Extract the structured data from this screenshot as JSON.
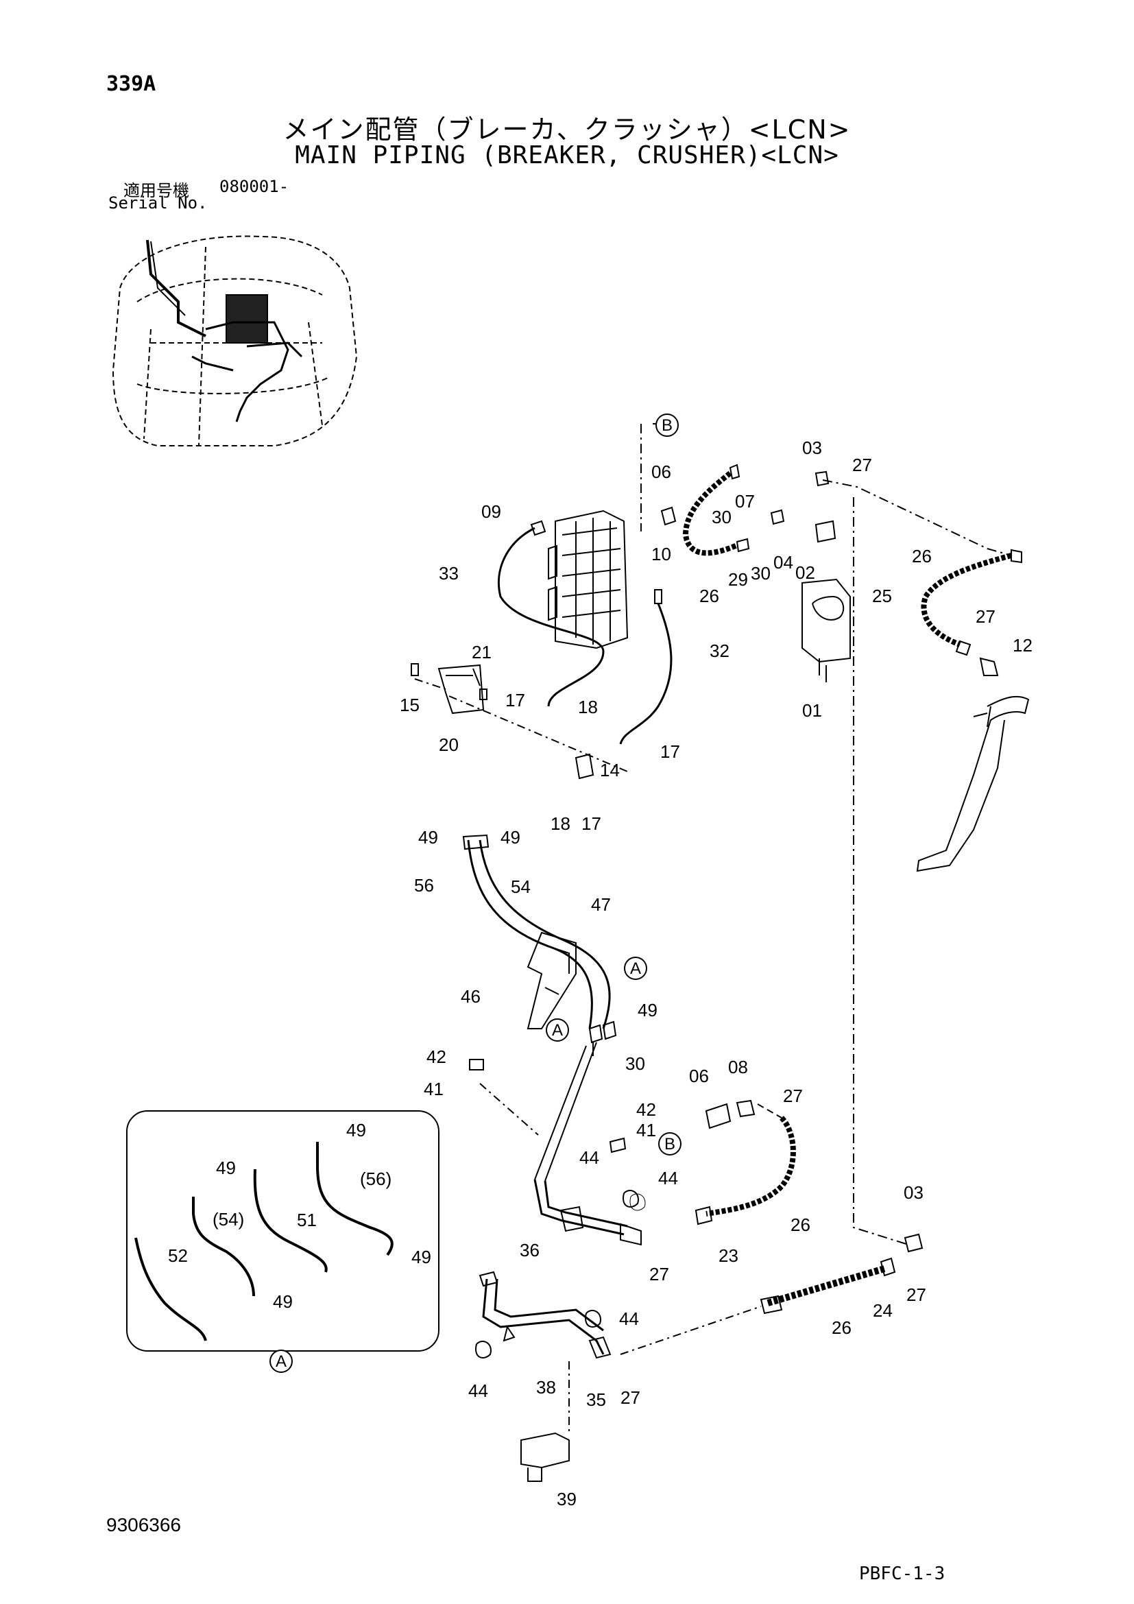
{
  "header": {
    "page_number": "339A",
    "title_jp": "メイン配管（ブレーカ、クラッシャ）<LCN>",
    "title_en": "MAIN PIPING (BREAKER, CRUSHER)<LCN>",
    "serial_label_jp": "適用号機",
    "serial_number": "080001-",
    "serial_label_en": "Serial No."
  },
  "footer": {
    "document_number": "9306366",
    "page_code": "PBFC-1-3"
  },
  "callouts": {
    "b_upper": "B",
    "b_lower": "B",
    "a_upper": "A",
    "a_lower": "A",
    "a_inset": "A"
  },
  "part_labels": [
    {
      "id": "l-03a",
      "text": "03"
    },
    {
      "id": "l-27a",
      "text": "27"
    },
    {
      "id": "l-06a",
      "text": "06"
    },
    {
      "id": "l-07",
      "text": "07"
    },
    {
      "id": "l-30a",
      "text": "30"
    },
    {
      "id": "l-09",
      "text": "09"
    },
    {
      "id": "l-04",
      "text": "04"
    },
    {
      "id": "l-30b",
      "text": "30"
    },
    {
      "id": "l-29",
      "text": "29"
    },
    {
      "id": "l-02",
      "text": "02"
    },
    {
      "id": "l-26a",
      "text": "26"
    },
    {
      "id": "l-10",
      "text": "10"
    },
    {
      "id": "l-33",
      "text": "33"
    },
    {
      "id": "l-26b",
      "text": "26"
    },
    {
      "id": "l-25",
      "text": "25"
    },
    {
      "id": "l-27b",
      "text": "27"
    },
    {
      "id": "l-12",
      "text": "12"
    },
    {
      "id": "l-32",
      "text": "32"
    },
    {
      "id": "l-21",
      "text": "21"
    },
    {
      "id": "l-15",
      "text": "15"
    },
    {
      "id": "l-17a",
      "text": "17"
    },
    {
      "id": "l-18a",
      "text": "18"
    },
    {
      "id": "l-01",
      "text": "01"
    },
    {
      "id": "l-20",
      "text": "20"
    },
    {
      "id": "l-17b",
      "text": "17"
    },
    {
      "id": "l-14",
      "text": "14"
    },
    {
      "id": "l-18b",
      "text": "18"
    },
    {
      "id": "l-17c",
      "text": "17"
    },
    {
      "id": "l-49a",
      "text": "49"
    },
    {
      "id": "l-49b",
      "text": "49"
    },
    {
      "id": "l-56a",
      "text": "56"
    },
    {
      "id": "l-54a",
      "text": "54"
    },
    {
      "id": "l-47",
      "text": "47"
    },
    {
      "id": "l-46",
      "text": "46"
    },
    {
      "id": "l-49c",
      "text": "49"
    },
    {
      "id": "l-30c",
      "text": "30"
    },
    {
      "id": "l-42a",
      "text": "42"
    },
    {
      "id": "l-41a",
      "text": "41"
    },
    {
      "id": "l-06b",
      "text": "06"
    },
    {
      "id": "l-08",
      "text": "08"
    },
    {
      "id": "l-27c",
      "text": "27"
    },
    {
      "id": "l-42b",
      "text": "42"
    },
    {
      "id": "l-41b",
      "text": "41"
    },
    {
      "id": "l-44a",
      "text": "44"
    },
    {
      "id": "l-44b",
      "text": "44"
    },
    {
      "id": "l-36",
      "text": "36"
    },
    {
      "id": "l-27d",
      "text": "27"
    },
    {
      "id": "l-23",
      "text": "23"
    },
    {
      "id": "l-26c",
      "text": "26"
    },
    {
      "id": "l-03b",
      "text": "03"
    },
    {
      "id": "l-27e",
      "text": "27"
    },
    {
      "id": "l-24",
      "text": "24"
    },
    {
      "id": "l-26d",
      "text": "26"
    },
    {
      "id": "l-44c",
      "text": "44"
    },
    {
      "id": "l-44d",
      "text": "44"
    },
    {
      "id": "l-35",
      "text": "35"
    },
    {
      "id": "l-27f",
      "text": "27"
    },
    {
      "id": "l-38",
      "text": "38"
    },
    {
      "id": "l-39",
      "text": "39"
    },
    {
      "id": "l-49d",
      "text": "49"
    },
    {
      "id": "l-49e",
      "text": "49"
    },
    {
      "id": "l-56b",
      "text": "(56)"
    },
    {
      "id": "l-54b",
      "text": "(54)"
    },
    {
      "id": "l-51",
      "text": "51"
    },
    {
      "id": "l-52",
      "text": "52"
    },
    {
      "id": "l-49f",
      "text": "49"
    },
    {
      "id": "l-49g",
      "text": "49"
    }
  ]
}
